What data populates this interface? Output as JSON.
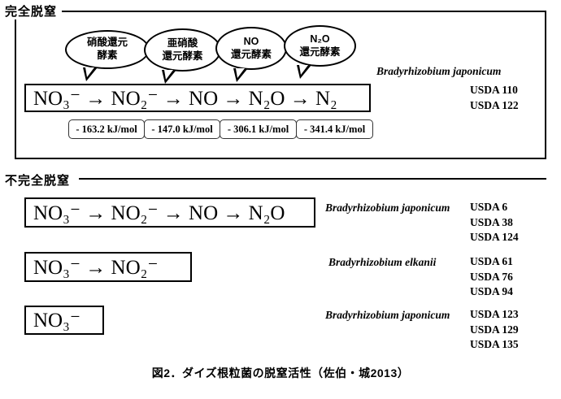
{
  "sections": {
    "complete": {
      "label": "完全脱窒",
      "pathway": "NO₃⁻ → NO₂⁻ → NO → N₂O → N₂",
      "enzymes": [
        {
          "line1": "硝酸還元",
          "line2": "酵素"
        },
        {
          "line1": "亜硝酸",
          "line2": "還元酵素"
        },
        {
          "line1": "NO",
          "line2": "還元酵素"
        },
        {
          "line1": "N₂O",
          "line2": "還元酵素"
        }
      ],
      "energies": [
        "- 163.2 kJ/mol",
        "- 147.0 kJ/mol",
        "- 306.1 kJ/mol",
        "- 341.4 kJ/mol"
      ],
      "species": "Bradyrhizobium japonicum",
      "strains": [
        "USDA 110",
        "USDA 122"
      ]
    },
    "incomplete": {
      "label": "不完全脱窒",
      "rows": [
        {
          "pathway": "NO₃⁻ → NO₂⁻ → NO → N₂O",
          "species": "Bradyrhizobium japonicum",
          "strains": [
            "USDA 6",
            "USDA 38",
            "USDA 124"
          ]
        },
        {
          "pathway": "NO₃⁻ → NO₂⁻",
          "species": "Bradyrhizobium elkanii",
          "strains": [
            "USDA 61",
            "USDA 76",
            "USDA 94"
          ]
        },
        {
          "pathway": "NO₃⁻",
          "species": "Bradyrhizobium japonicum",
          "strains": [
            "USDA 123",
            "USDA 129",
            "USDA 135"
          ]
        }
      ]
    }
  },
  "caption": "図2．ダイズ根粒菌の脱窒活性（佐伯・城2013）"
}
